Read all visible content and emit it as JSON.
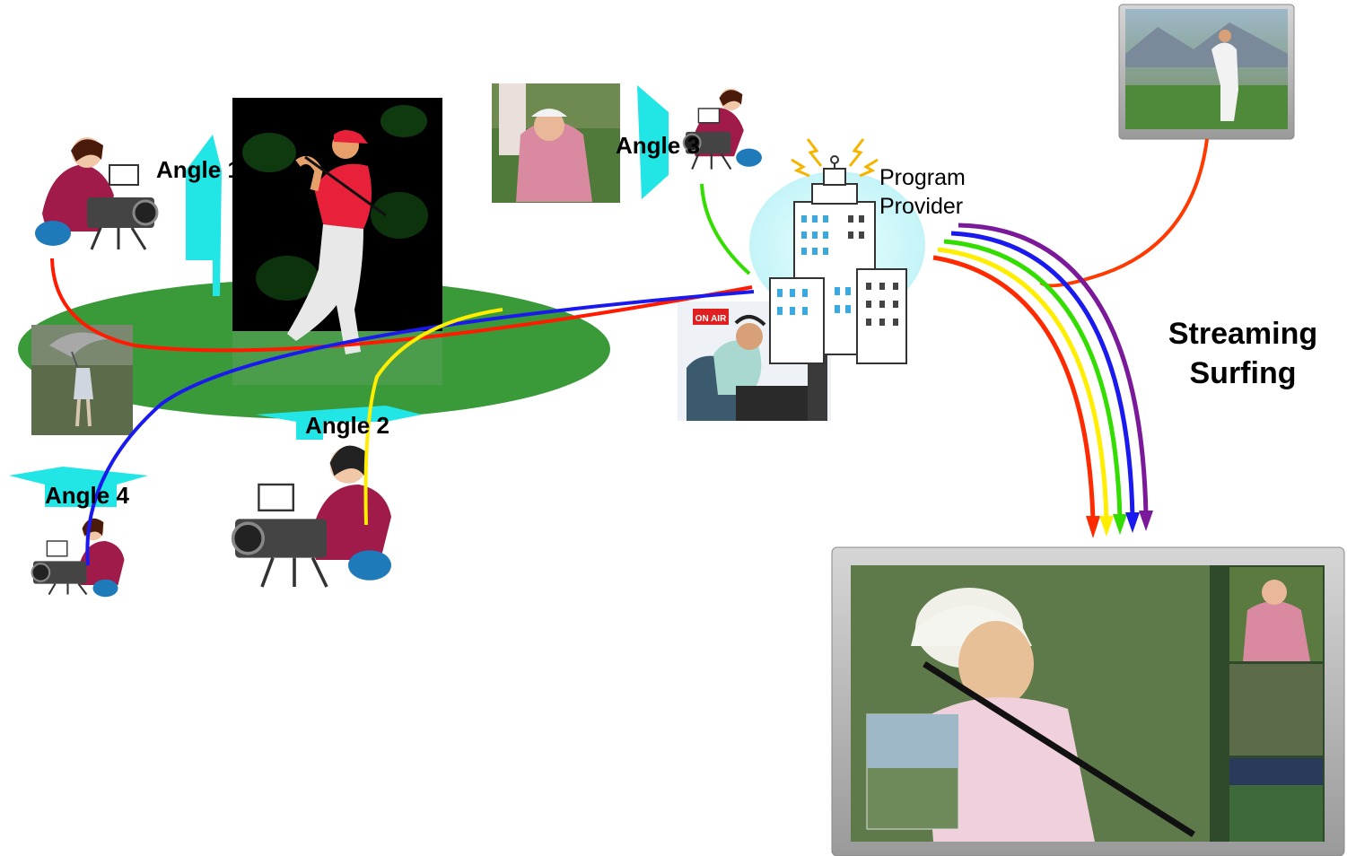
{
  "labels": {
    "angle1": "Angle 1",
    "angle2": "Angle 2",
    "angle3": "Angle 3",
    "angle4": "Angle 4",
    "provider_line1": "Program",
    "provider_line2": "Provider",
    "streaming": "Streaming",
    "surfing": "Surfing",
    "on_air": "ON AIR"
  },
  "colors": {
    "field_green": "#3a9a3a",
    "arrow_cyan": "#22e5e5",
    "stream_red": "#ff2a00",
    "stream_yellow": "#ffee00",
    "stream_green": "#33dd00",
    "stream_blue": "#1a1aee",
    "stream_purple": "#7a1a9a"
  },
  "icons": {
    "camera_operator": "camera-operator-icon",
    "golfer": "golfer-icon",
    "building": "building-icon",
    "broadcaster": "broadcaster-icon",
    "tv": "tv-display-icon"
  }
}
